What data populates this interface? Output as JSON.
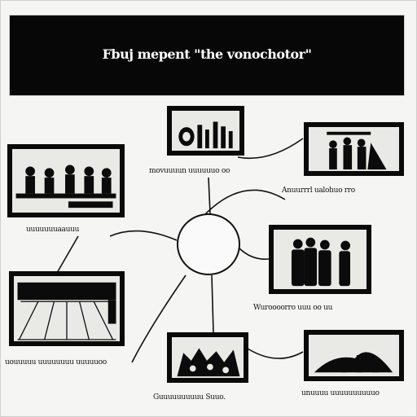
{
  "banner": {
    "title": "Fbuj mepent \"the vonochotor\""
  },
  "panels": [
    {
      "id": "top-center",
      "icon": "bottles-icon"
    },
    {
      "id": "top-right",
      "icon": "people-group-icon"
    },
    {
      "id": "upper-left",
      "icon": "crowd-table-icon"
    },
    {
      "id": "middle-right",
      "icon": "people-standing-icon"
    },
    {
      "id": "lower-left",
      "icon": "stage-floor-icon"
    },
    {
      "id": "bottom-center",
      "icon": "figures-cluster-icon"
    },
    {
      "id": "bottom-right",
      "icon": "landscape-figures-icon"
    }
  ],
  "captions": {
    "top_center": "movuuuun uuuuuuo oo",
    "top_right": "Anuurrrl ualohuo rro",
    "upper_left": "uuuuuuuaauuu",
    "middle_right": "Wuroooorro uuu oo uu",
    "lower_left": "uouuuuu uuuuuuuu uuuuuoo",
    "bottom_center": "Guuuuuuuuuu Suuo.",
    "bottom_right": "unuuuu uuuuuuuuuuo"
  },
  "colors": {
    "ink": "#0a0a0a",
    "paper": "#f5f5f3",
    "screen": "#e9e9e6"
  }
}
